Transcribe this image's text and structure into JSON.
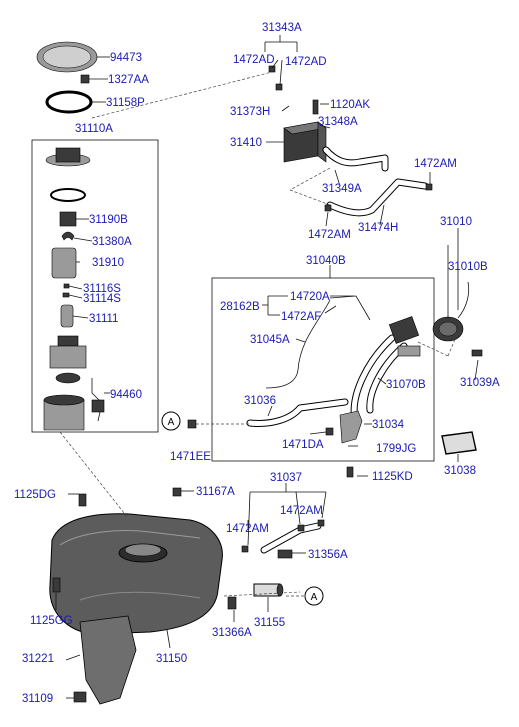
{
  "labels": {
    "l94473": "94473",
    "l1327AA": "1327AA",
    "l31158P": "31158P",
    "l31110A": "31110A",
    "l31190B": "31190B",
    "l31380A": "31380A",
    "l31910": "31910",
    "l31116S": "31116S",
    "l31114S": "31114S",
    "l31111": "31111",
    "l94460": "94460",
    "l31343A": "31343A",
    "l1472AD_a": "1472AD",
    "l1472AD_b": "1472AD",
    "l31373H": "31373H",
    "l1120AK": "1120AK",
    "l31348A": "31348A",
    "l31410": "31410",
    "l31349A": "31349A",
    "l1472AM_a": "1472AM",
    "l1472AM_b": "1472AM",
    "l31474H": "31474H",
    "l31010": "31010",
    "l31010B": "31010B",
    "l31040B": "31040B",
    "l28162B": "28162B",
    "l14720A": "14720A",
    "l1472AF": "1472AF",
    "l31045A": "31045A",
    "l31070B": "31070B",
    "l31039A": "31039A",
    "l31036": "31036",
    "l31034": "31034",
    "l1471DA": "1471DA",
    "l1799JG": "1799JG",
    "l1471EE": "1471EE",
    "l31038": "31038",
    "l1125KD": "1125KD",
    "l31037": "31037",
    "l1125DG": "1125DG",
    "l31167A": "31167A",
    "l1472AM_c": "1472AM",
    "l1472AM_d": "1472AM",
    "l31356A": "31356A",
    "l1125GG": "1125GG",
    "l31366A": "31366A",
    "l31155": "31155",
    "l31221": "31221",
    "l31150": "31150",
    "l31109": "31109",
    "refA_1": "A",
    "refA_2": "A"
  },
  "colors": {
    "label": "#1a1ab4",
    "line": "#111111",
    "part": "#3a3a3a"
  }
}
